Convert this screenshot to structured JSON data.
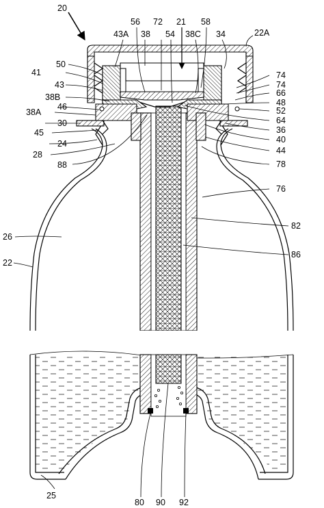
{
  "figure": {
    "labels": [
      {
        "id": "20",
        "text": "20"
      },
      {
        "id": "21",
        "text": "21"
      },
      {
        "id": "22A",
        "text": "22A"
      },
      {
        "id": "43A",
        "text": "43A"
      },
      {
        "id": "56",
        "text": "56"
      },
      {
        "id": "38",
        "text": "38"
      },
      {
        "id": "72",
        "text": "72"
      },
      {
        "id": "54",
        "text": "54"
      },
      {
        "id": "38C",
        "text": "38C"
      },
      {
        "id": "58",
        "text": "58"
      },
      {
        "id": "34",
        "text": "34"
      },
      {
        "id": "50",
        "text": "50"
      },
      {
        "id": "41",
        "text": "41"
      },
      {
        "id": "43",
        "text": "43"
      },
      {
        "id": "38B",
        "text": "38B"
      },
      {
        "id": "46",
        "text": "46"
      },
      {
        "id": "38A",
        "text": "38A"
      },
      {
        "id": "30",
        "text": "30"
      },
      {
        "id": "45",
        "text": "45"
      },
      {
        "id": "24",
        "text": "24"
      },
      {
        "id": "28",
        "text": "28"
      },
      {
        "id": "88",
        "text": "88"
      },
      {
        "id": "74a",
        "text": "74"
      },
      {
        "id": "74b",
        "text": "74"
      },
      {
        "id": "66",
        "text": "66"
      },
      {
        "id": "48",
        "text": "48"
      },
      {
        "id": "52",
        "text": "52"
      },
      {
        "id": "64",
        "text": "64"
      },
      {
        "id": "36",
        "text": "36"
      },
      {
        "id": "40",
        "text": "40"
      },
      {
        "id": "44",
        "text": "44"
      },
      {
        "id": "78",
        "text": "78"
      },
      {
        "id": "76",
        "text": "76"
      },
      {
        "id": "82",
        "text": "82"
      },
      {
        "id": "86",
        "text": "86"
      },
      {
        "id": "26",
        "text": "26"
      },
      {
        "id": "22",
        "text": "22"
      },
      {
        "id": "25",
        "text": "25"
      },
      {
        "id": "80",
        "text": "80"
      },
      {
        "id": "90",
        "text": "90"
      },
      {
        "id": "92",
        "text": "92"
      }
    ]
  }
}
